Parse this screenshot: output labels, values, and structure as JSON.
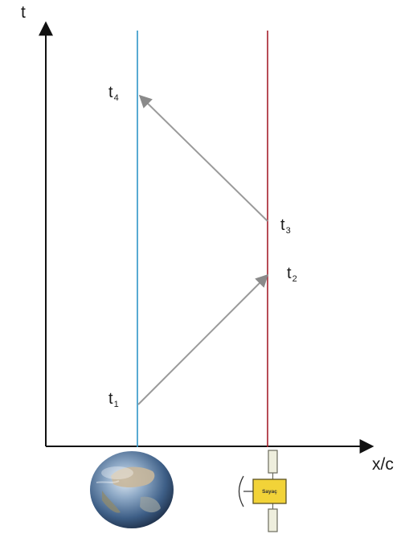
{
  "axes": {
    "y_label": "t",
    "x_label": "x/c"
  },
  "events": [
    {
      "main": "t",
      "sub": "1"
    },
    {
      "main": "t",
      "sub": "2"
    },
    {
      "main": "t",
      "sub": "3"
    },
    {
      "main": "t",
      "sub": "4"
    }
  ],
  "satellite": {
    "label": "Sayaç"
  },
  "colors": {
    "earth_worldline": "#2f95c6",
    "satellite_worldline": "#a51f2c",
    "signal_arrow": "#9a9a9a",
    "axis": "#111111",
    "satellite_body": "#f2d338",
    "satellite_panel": "#eeeedd"
  },
  "icons": {
    "earth": "earth-globe-icon",
    "satellite": "satellite-icon"
  }
}
